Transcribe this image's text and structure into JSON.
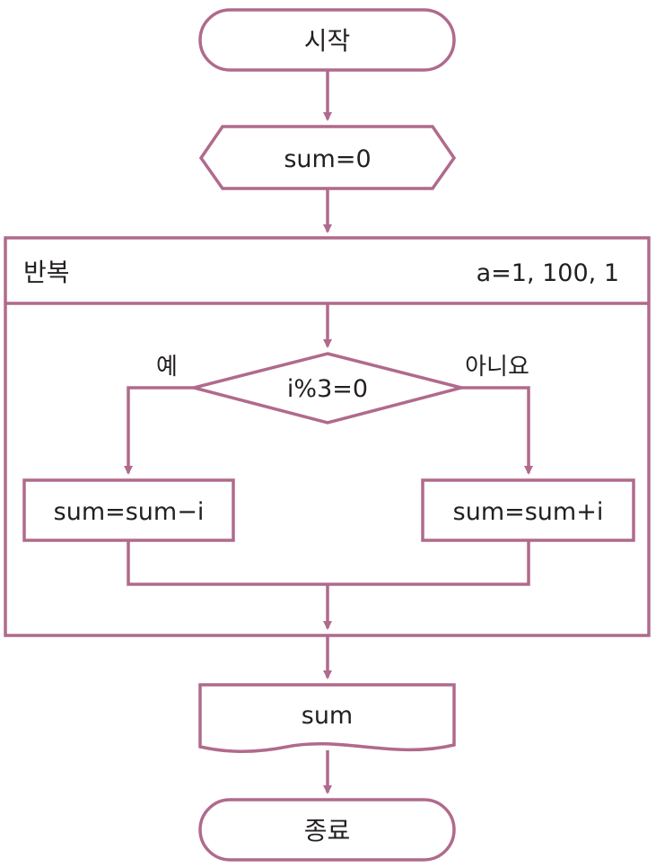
{
  "flowchart": {
    "start": "시작",
    "init": "sum=0",
    "loop": {
      "label": "반복",
      "params": "a=1, 100, 1"
    },
    "decision": {
      "condition": "i%3=0",
      "yes_label": "예",
      "no_label": "아니요"
    },
    "yes_process": "sum=sum−i",
    "no_process": "sum=sum+i",
    "output": "sum",
    "end": "종료"
  },
  "colors": {
    "stroke": "#b06a8c",
    "fill": "#ffffff",
    "text": "#231f20"
  }
}
